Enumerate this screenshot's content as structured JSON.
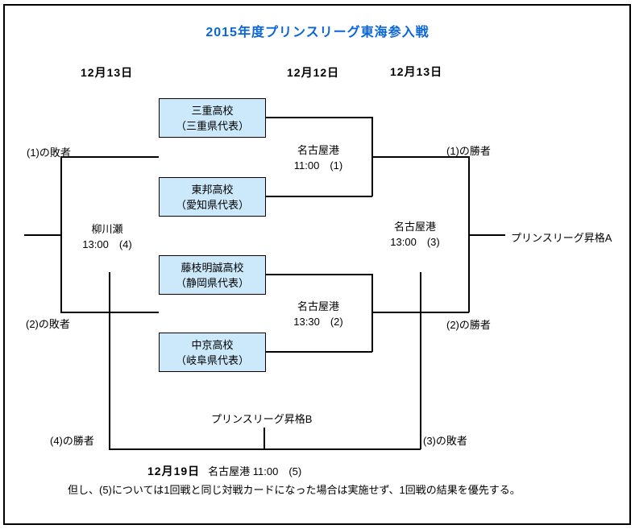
{
  "title": "2015年度プリンスリーグ東海参入戦",
  "date_headers": {
    "left": "12月13日",
    "center": "12月12日",
    "right": "12月13日"
  },
  "teams": [
    {
      "name": "三重高校",
      "region": "（三重県代表）"
    },
    {
      "name": "東邦高校",
      "region": "（愛知県代表）"
    },
    {
      "name": "藤枝明誠高校",
      "region": "（静岡県代表）"
    },
    {
      "name": "中京高校",
      "region": "（岐阜県代表）"
    }
  ],
  "matches": [
    {
      "number": "(1)",
      "venue": "名古屋港",
      "time_label": "11:00　(1)"
    },
    {
      "number": "(2)",
      "venue": "名古屋港",
      "time_label": "13:30　(2)"
    },
    {
      "number": "(3)",
      "venue": "名古屋港",
      "time_label": "13:00　(3)"
    },
    {
      "number": "(4)",
      "venue": "柳川瀬",
      "time_label": "13:00　(4)"
    }
  ],
  "edge_labels": {
    "loser_of_1": "(1)の敗者",
    "loser_of_2": "(2)の敗者",
    "winner_of_1": "(1)の勝者",
    "winner_of_2": "(2)の勝者",
    "winner_of_4": "(4)の勝者",
    "loser_of_3": "(3)の敗者"
  },
  "promotions": {
    "a": "プリンスリーグ昇格A",
    "b": "プリンスリーグ昇格B"
  },
  "final_match": {
    "date": "12月19日",
    "details": "名古屋港 11:00　(5)"
  },
  "note": "但し、(5)については1回戦と同じ対戦カードになった場合は実施せず、1回戦の結果を優先する。",
  "colors": {
    "title": "#0a66d8",
    "team_box_fill": "#cce9fb",
    "line": "#000000"
  }
}
